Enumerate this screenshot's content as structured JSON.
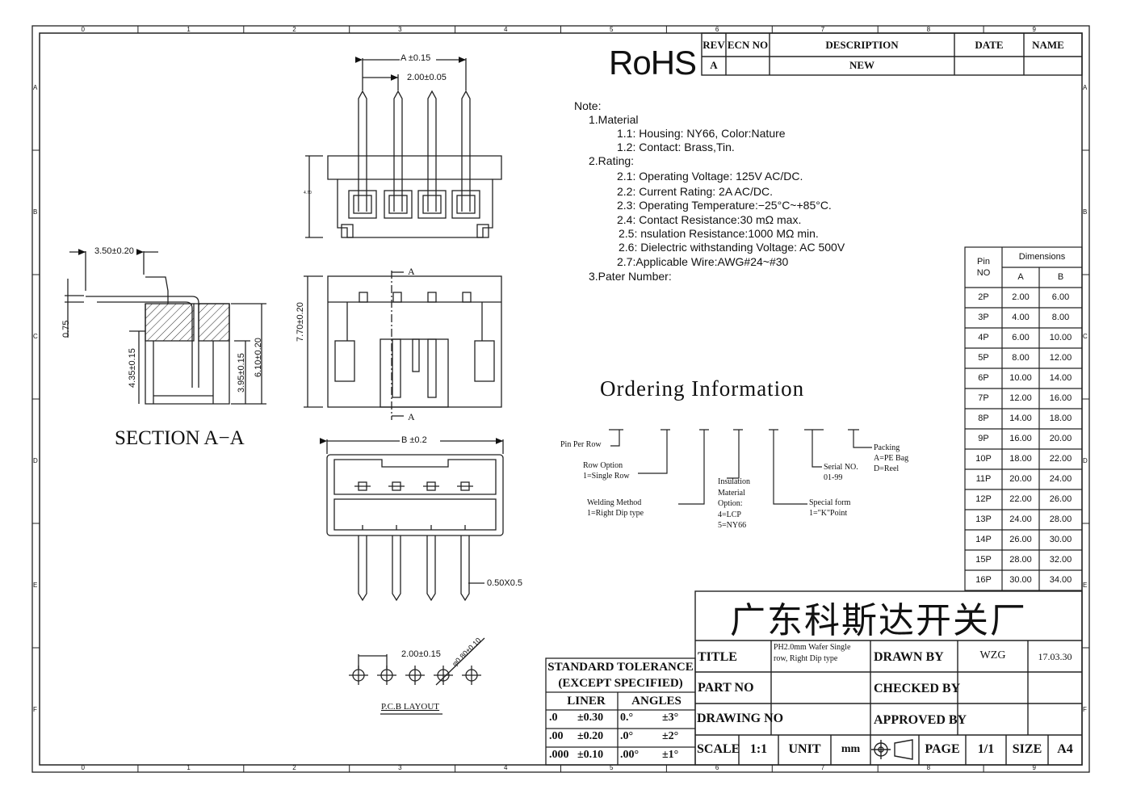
{
  "grid": {
    "columns": [
      "0",
      "1",
      "2",
      "3",
      "4",
      "5",
      "6",
      "7",
      "8",
      "9"
    ],
    "rows": [
      "A",
      "B",
      "C",
      "D",
      "E",
      "F"
    ]
  },
  "rohs": "RoHS",
  "revision_table": {
    "headers": [
      "REV",
      "ECN NO",
      "DESCRIPTION",
      "DATE",
      "NAME"
    ],
    "row": [
      "A",
      "",
      "NEW",
      "",
      ""
    ]
  },
  "notes": [
    "Note:",
    "1.Material",
    "1.1:  Housing:  NY66,  Color:Nature",
    "1.2:  Contact:  Brass,Tin.",
    "2.Rating:",
    "2.1:  Operating  Voltage:  125V  AC/DC.",
    "2.2:  Current  Rating:  2A  AC/DC.",
    "2.3:  Operating  Temperature:−25°C~+85°C.",
    "2.4:  Contact  Resistance:30  mΩ  max.",
    "2.5:  nsulation  Resistance:1000  MΩ  min.",
    "2.6:  Dielectric  withstanding  Voltage:  AC  500V",
    "2.7:Applicable  Wire:AWG#24~#30",
    "3.Pater  Number:"
  ],
  "dimensions_table": {
    "title": "Dimensions",
    "pin_header": [
      "Pin",
      "NO"
    ],
    "col_a": "A",
    "col_b": "B",
    "rows": [
      [
        "2P",
        "2.00",
        "6.00"
      ],
      [
        "3P",
        "4.00",
        "8.00"
      ],
      [
        "4P",
        "6.00",
        "10.00"
      ],
      [
        "5P",
        "8.00",
        "12.00"
      ],
      [
        "6P",
        "10.00",
        "14.00"
      ],
      [
        "7P",
        "12.00",
        "16.00"
      ],
      [
        "8P",
        "14.00",
        "18.00"
      ],
      [
        "9P",
        "16.00",
        "20.00"
      ],
      [
        "10P",
        "18.00",
        "22.00"
      ],
      [
        "11P",
        "20.00",
        "24.00"
      ],
      [
        "12P",
        "22.00",
        "26.00"
      ],
      [
        "13P",
        "24.00",
        "28.00"
      ],
      [
        "14P",
        "26.00",
        "30.00"
      ],
      [
        "15P",
        "28.00",
        "32.00"
      ],
      [
        "16P",
        "30.00",
        "34.00"
      ]
    ]
  },
  "ordering": {
    "title": "Ordering  Information",
    "pin_per_row": "Pin Per Row",
    "row_option": [
      "Row Option",
      "1=Single Row"
    ],
    "welding": [
      "Welding Method",
      "1=Right Dip type"
    ],
    "insulation": [
      "Insulation",
      "Material",
      "Option:",
      "4=LCP",
      "5=NY66"
    ],
    "special": [
      "Special form",
      "1=\"K\"Point"
    ],
    "serial": [
      "Serial NO.",
      "01-99"
    ],
    "packing": [
      "Packing",
      "A=PE Bag",
      "D=Reel"
    ]
  },
  "top_view": {
    "dim_a": "A ±0.15",
    "dim_pitch": "2.00±0.05",
    "small": "4.70"
  },
  "front_view": {
    "height": "7.70±0.20",
    "section_mark": "A"
  },
  "bottom_view": {
    "dim_b": "B ±0.2",
    "pin_size": "0.50X0.5"
  },
  "section": {
    "title": "SECTION  A−A",
    "d1": "3.50±0.20",
    "d2": "0.75",
    "d3": "4.35±0.15",
    "d4": "3.95±0.15",
    "d5": "6.10±0.20"
  },
  "pcb": {
    "pitch": "2.00±0.15",
    "hole": "φ0.80±0.10",
    "label": "P.C.B  LAYOUT"
  },
  "tolerance": {
    "title1": "STANDARD  TOLERANCE",
    "title2": "(EXCEPT   SPECIFIED)",
    "liner": "LINER",
    "angles": "ANGLES",
    "rows": [
      [
        ".0",
        "±0.30",
        "0.°",
        "±3°"
      ],
      [
        ".00",
        "±0.20",
        ".0°",
        "±2°"
      ],
      [
        ".000",
        "±0.10",
        ".00°",
        "±1°"
      ]
    ]
  },
  "title_block": {
    "company": "广东科斯达开关厂",
    "title_label": "TITLE",
    "title_value": [
      "PH2.0mm Wafer Single",
      "row, Right Dip type"
    ],
    "drawn_by": "DRAWN BY",
    "drawn_name": "WZG",
    "drawn_date": "17.03.30",
    "part_no": "PART NO",
    "checked_by": "CHECKED BY",
    "drawing_no": "DRAWING NO",
    "approved_by": "APPROVED BY",
    "scale_label": "SCALE",
    "scale": "1:1",
    "unit_label": "UNIT",
    "unit": "mm",
    "page_label": "PAGE",
    "page": "1/1",
    "size_label": "SIZE",
    "size": "A4"
  }
}
